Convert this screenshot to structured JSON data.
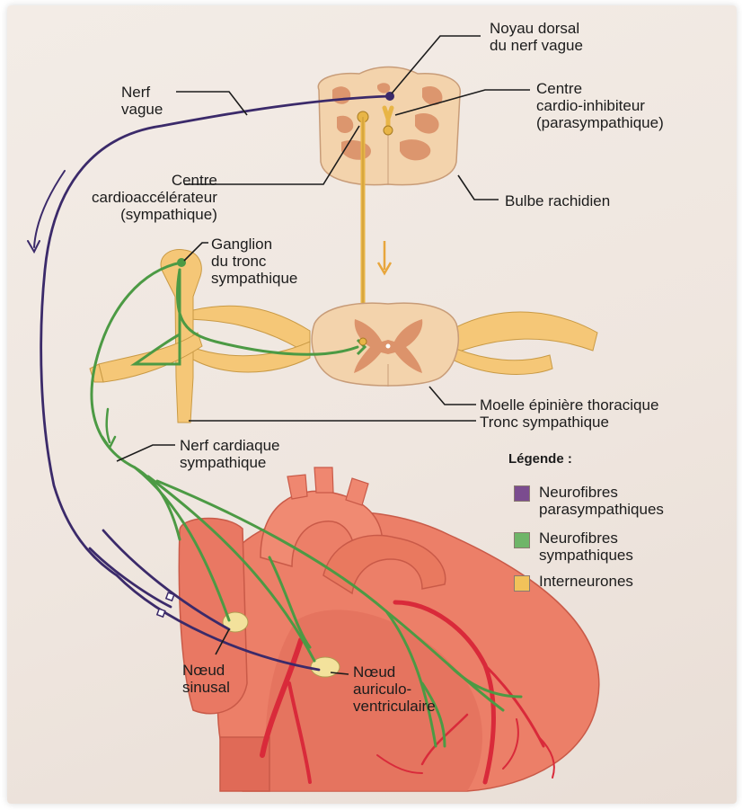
{
  "labels": {
    "noyau_dorsal": "Noyau dorsal\ndu nerf vague",
    "nerf_vague": "Nerf\nvague",
    "centre_cardio_inhibiteur": "Centre\ncardio-inhibiteur\n(parasympathique)",
    "centre_cardioaccelerateur": "Centre\ncardioaccélérateur\n(sympathique)",
    "bulbe_rachidien": "Bulbe rachidien",
    "ganglion": "Ganglion\ndu tronc\nsympathique",
    "moelle": "Moelle épinière thoracique",
    "tronc_sympathique": "Tronc sympathique",
    "nerf_cardiaque": "Nerf cardiaque\nsympathique",
    "noeud_sinusal": "Nœud\nsinusal",
    "noeud_av": "Nœud\nauriculo-\nventriculaire"
  },
  "legend": {
    "title": "Légende :",
    "items": [
      {
        "label": "Neurofibres\nparasympathiques",
        "color": "#7b4c8f"
      },
      {
        "label": "Neurofibres\nsympathiques",
        "color": "#6fb568"
      },
      {
        "label": "Interneurones",
        "color": "#f1c25a"
      }
    ]
  },
  "colors": {
    "parasympathetic": "#3b2a6a",
    "sympathetic": "#4c9a44",
    "interneuron": "#e8b547",
    "neural_tissue": "#f2cfa6",
    "gray_matter": "#d9906a",
    "heart": "#ea7d67",
    "vessel": "#d92a3a"
  }
}
